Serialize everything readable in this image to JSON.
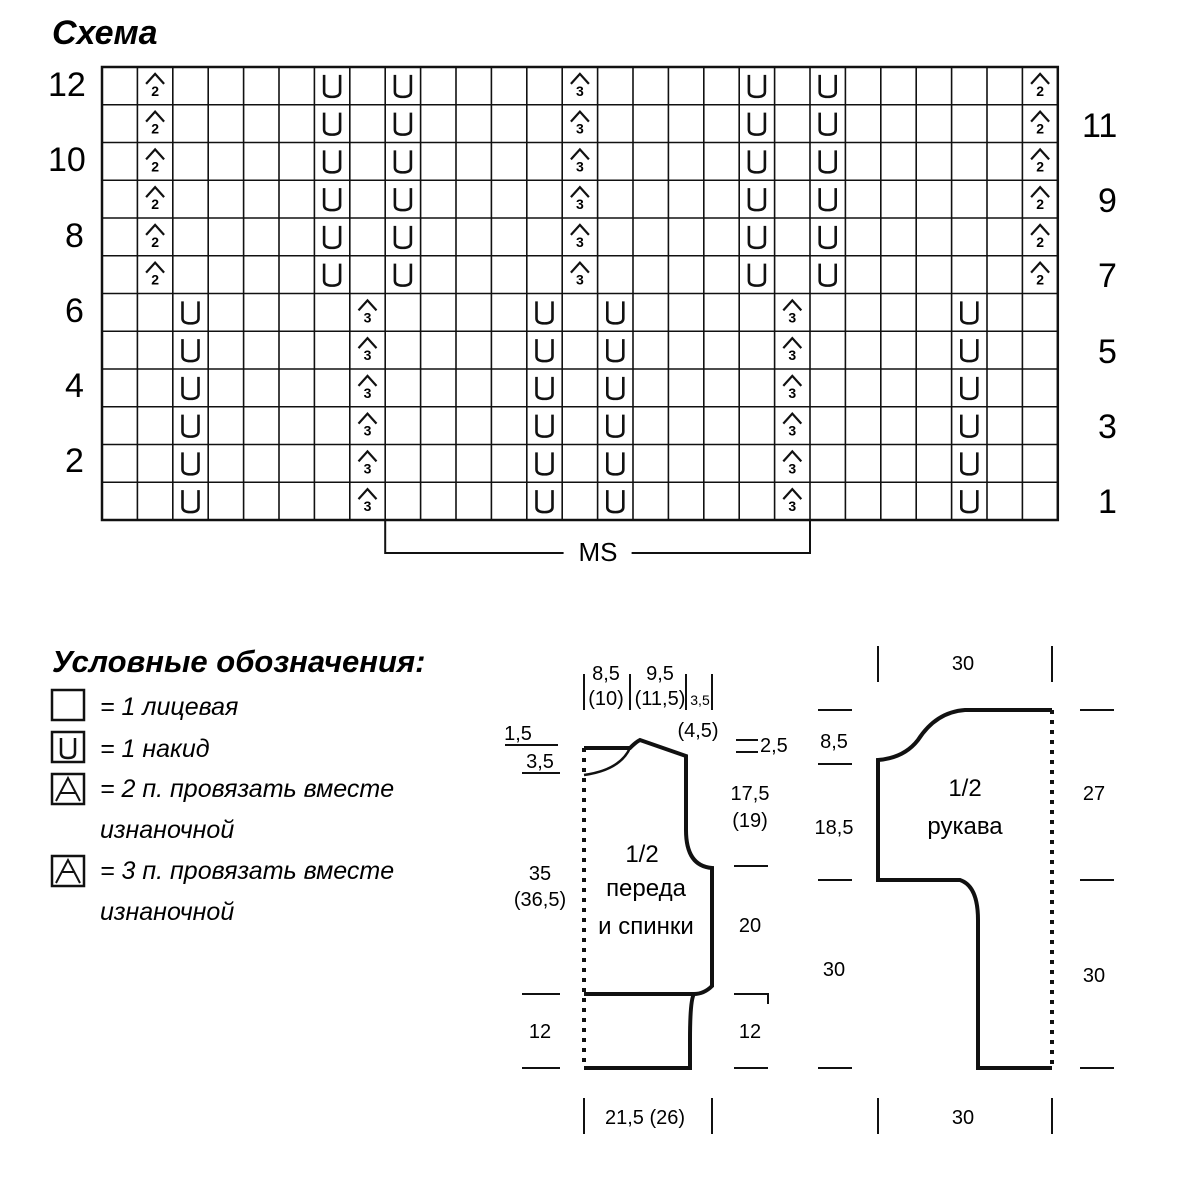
{
  "chart_title": "Схема",
  "grid": {
    "cols": 27,
    "rows": 12,
    "left_row_labels": [
      "12",
      "10",
      "8",
      "6",
      "4",
      "2"
    ],
    "right_row_labels": [
      "11",
      "9",
      "7",
      "5",
      "3",
      "1"
    ],
    "rows_7_12": {
      "yo_cols": [
        6,
        8,
        18,
        20
      ],
      "dec2_cols": [
        1,
        26
      ],
      "dec3_cols": [
        13
      ]
    },
    "rows_1_6": {
      "yo_cols": [
        2,
        12,
        14,
        24
      ],
      "dec3_cols": [
        7,
        19
      ]
    },
    "ms_label": "MS",
    "ms_from_col": 8,
    "ms_to_col": 20
  },
  "legend": {
    "title": "Условные обозначения:",
    "items": [
      {
        "symbol": "empty",
        "lines": [
          "= 1 лицевая"
        ]
      },
      {
        "symbol": "U",
        "lines": [
          "= 1 накид"
        ]
      },
      {
        "symbol": "dec2",
        "lines": [
          "= 2 п. провязать вместе",
          "изнаночной"
        ]
      },
      {
        "symbol": "dec3",
        "lines": [
          "= 3 п. провязать вместе",
          "изнаночной"
        ]
      }
    ]
  },
  "body_piece": {
    "label": [
      "1/2",
      "переда",
      "и спинки"
    ],
    "top_widths": [
      "8,5",
      "(10)",
      "9,5",
      "(11,5)",
      "3,5",
      "(4,5)"
    ],
    "left_dims": [
      "1,5",
      "3,5",
      "35",
      "(36,5)",
      "12"
    ],
    "right_dims": [
      "2,5",
      "17,5",
      "(19)",
      "20",
      "12"
    ],
    "bottom_width": "21,5 (26)"
  },
  "sleeve_piece": {
    "label": [
      "1/2",
      "рукава"
    ],
    "top_width": "30",
    "left_dims": [
      "8,5",
      "18,5",
      "30"
    ],
    "right_dims": [
      "27",
      "30"
    ],
    "bottom_width": "30"
  }
}
